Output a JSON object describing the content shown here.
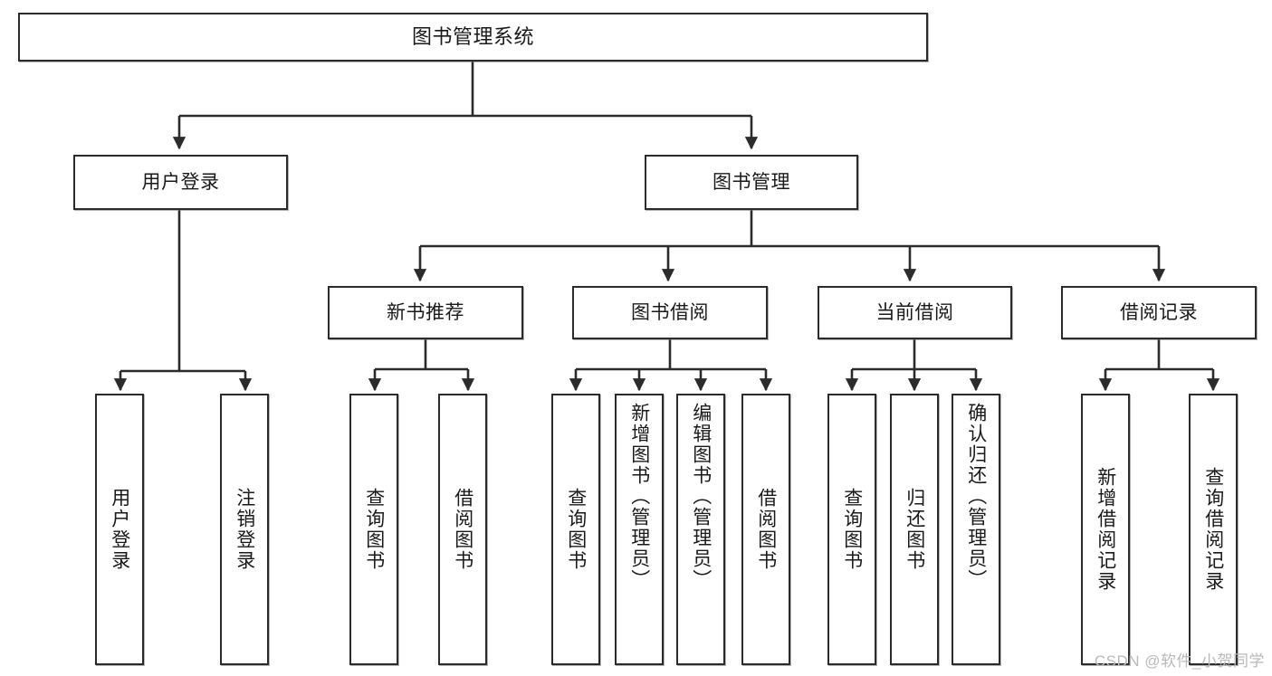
{
  "diagram": {
    "title": "图书管理系统",
    "type": "tree-hierarchy",
    "orientation": "top-down",
    "colors": {
      "node_border": "#2b2b2b",
      "node_fill": "#ffffff",
      "edge": "#2b2b2b",
      "watermark": "#b9b9b9"
    },
    "root": {
      "label": "图书管理系统"
    },
    "level2": [
      {
        "label": "用户登录"
      },
      {
        "label": "图书管理"
      }
    ],
    "level3": [
      {
        "label": "新书推荐"
      },
      {
        "label": "图书借阅"
      },
      {
        "label": "当前借阅"
      },
      {
        "label": "借阅记录"
      }
    ],
    "leaves": {
      "user_login": [
        {
          "label": "用户登录"
        },
        {
          "label": "注销登录"
        }
      ],
      "new_book_recommend": [
        {
          "label": "查询图书"
        },
        {
          "label": "借阅图书"
        }
      ],
      "book_borrow": [
        {
          "label": "查询图书"
        },
        {
          "label": "新增图书（管理员）"
        },
        {
          "label": "编辑图书（管理员）"
        },
        {
          "label": "借阅图书"
        }
      ],
      "current_borrow": [
        {
          "label": "查询图书"
        },
        {
          "label": "归还图书"
        },
        {
          "label": "确认归还（管理员）"
        }
      ],
      "borrow_record": [
        {
          "label": "新增借阅记录"
        },
        {
          "label": "查询借阅记录"
        }
      ]
    }
  },
  "watermark": {
    "text": "CSDN @软件_小贺同学"
  }
}
